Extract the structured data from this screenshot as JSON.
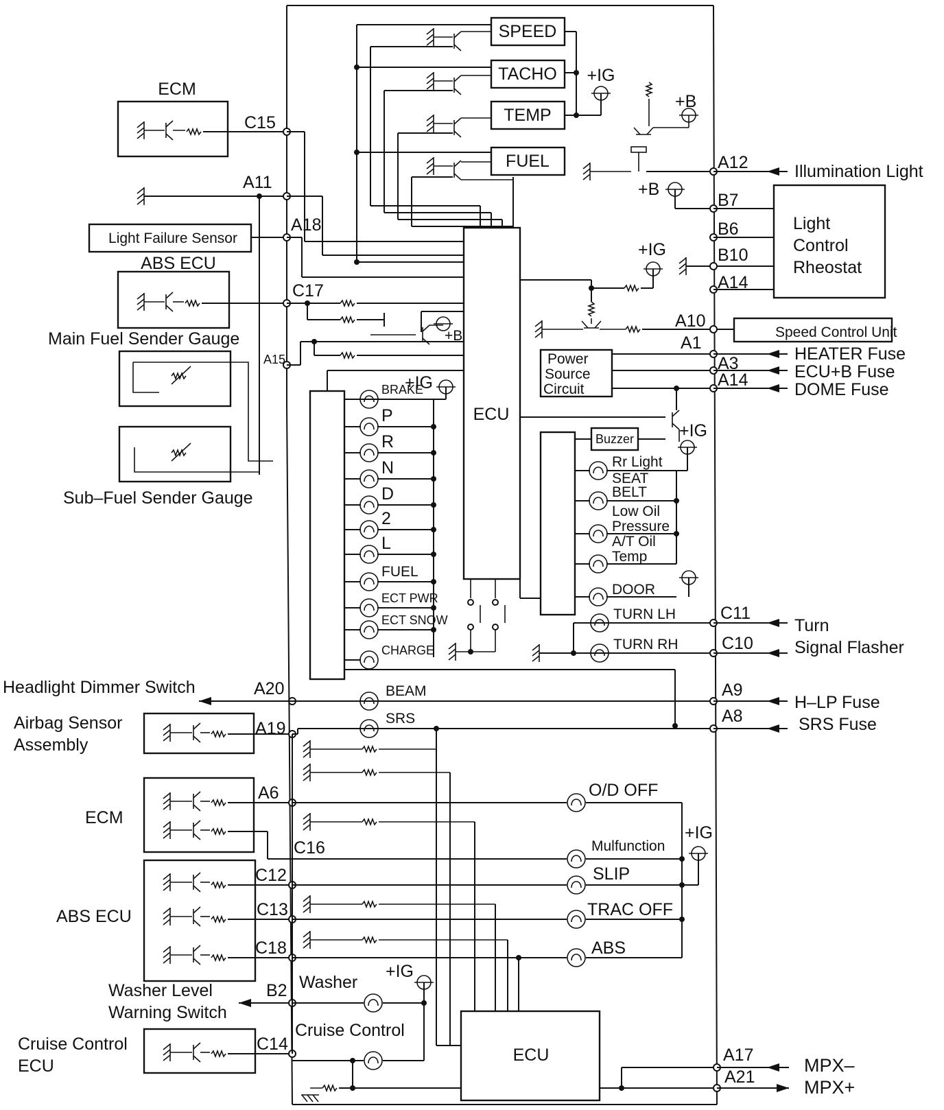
{
  "components": {
    "speed": "SPEED",
    "tacho": "TACHO",
    "temp": "TEMP",
    "fuel": "FUEL",
    "ecu_upper": "ECU",
    "ecu_lower": "ECU",
    "ecm_top": "ECM",
    "abs_ecu_top": "ABS ECU",
    "light_failure_sensor": "Light Failure Sensor",
    "main_fuel_sender": "Main Fuel Sender Gauge",
    "sub_fuel_sender": "Sub–Fuel Sender Gauge",
    "light_control_rheostat_1": "Light",
    "light_control_rheostat_2": "Control",
    "light_control_rheostat_3": "Rheostat",
    "speed_control_unit": "Speed Control Unit",
    "power_source_1": "Power",
    "power_source_2": "Source",
    "power_source_3": "Circuit",
    "buzzer": "Buzzer",
    "headlight_dimmer": "Headlight Dimmer Switch",
    "airbag_sensor_1": "Airbag Sensor",
    "airbag_sensor_2": "Assembly",
    "ecm_mid": "ECM",
    "abs_ecu_mid": "ABS ECU",
    "washer_switch_1": "Washer Level",
    "washer_switch_2": "Warning Switch",
    "cruise_ecu_1": "Cruise Control",
    "cruise_ecu_2": "ECU"
  },
  "supplies": {
    "ig": "+IG",
    "b": "+B"
  },
  "connectors": {
    "c15": "C15",
    "a11": "A11",
    "a18": "A18",
    "c17": "C17",
    "a15": "A15",
    "a12": "A12",
    "b7": "B7",
    "b6": "B6",
    "b10": "B10",
    "a14_top": "A14",
    "a10": "A10",
    "a1": "A1",
    "a3": "A3",
    "a14_bottom": "A14",
    "c11": "C11",
    "c10": "C10",
    "a20": "A20",
    "a9": "A9",
    "a19": "A19",
    "a8": "A8",
    "a6": "A6",
    "c16": "C16",
    "c12": "C12",
    "c13": "C13",
    "c18": "C18",
    "b2": "B2",
    "c14": "C14",
    "a17": "A17",
    "a21": "A21"
  },
  "external": {
    "illumination_light": "Illumination Light",
    "heater_fuse": "HEATER Fuse",
    "ecu_b_fuse": "ECU+B Fuse",
    "dome_fuse": "DOME Fuse",
    "turn_1": "Turn",
    "turn_2": "Signal Flasher",
    "hlp_fuse": "H–LP Fuse",
    "srs_fuse": "SRS Fuse",
    "mpx_minus": "MPX–",
    "mpx_plus": "MPX+"
  },
  "indicators_left": {
    "brake": "BRAKE",
    "p": "P",
    "r": "R",
    "n": "N",
    "d": "D",
    "two": "2",
    "l": "L",
    "fuel": "FUEL",
    "ect_pwr": "ECT PWR",
    "ect_snow": "ECT SNOW",
    "charge": "CHARGE",
    "beam": "BEAM",
    "srs": "SRS"
  },
  "indicators_right": {
    "rr_light": "Rr Light",
    "seat_belt_1": "SEAT",
    "seat_belt_2": "BELT",
    "low_oil_1": "Low Oil",
    "low_oil_2": "Pressure",
    "at_oil_1": "A/T Oil",
    "at_oil_2": "Temp",
    "door": "DOOR",
    "turn_lh": "TURN LH",
    "turn_rh": "TURN RH"
  },
  "indicators_lower": {
    "od_off": "O/D OFF",
    "malfunction": "Mulfunction",
    "slip": "SLIP",
    "trac_off": "TRAC OFF",
    "abs": "ABS",
    "washer": "Washer",
    "cruise": "Cruise Control"
  }
}
